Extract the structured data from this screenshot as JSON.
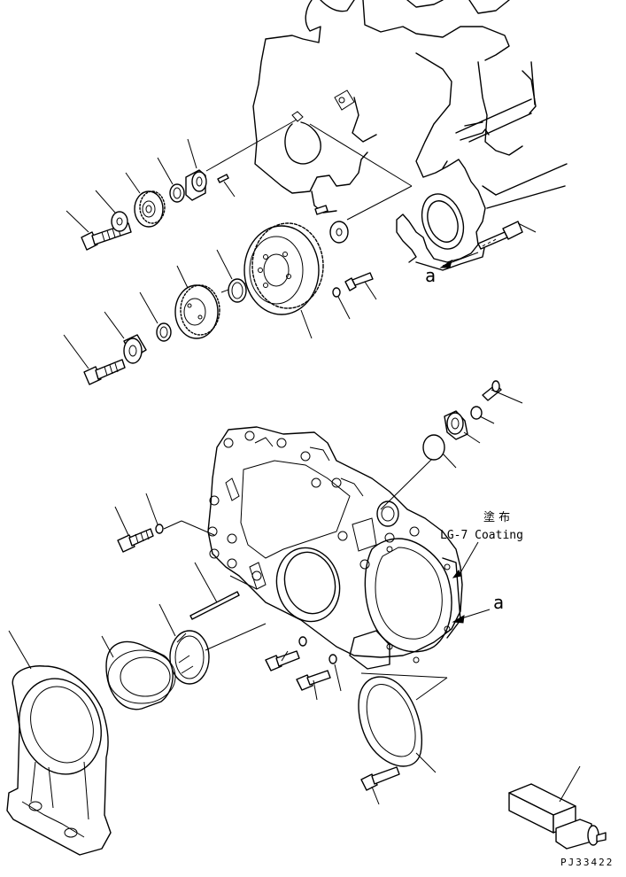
{
  "labels": {
    "ref_mark_top": "a",
    "ref_mark_bottom": "a",
    "coating_jp": "塗 布",
    "coating_en": "LG-7 Coating",
    "drawing_code": "PJ33422"
  }
}
